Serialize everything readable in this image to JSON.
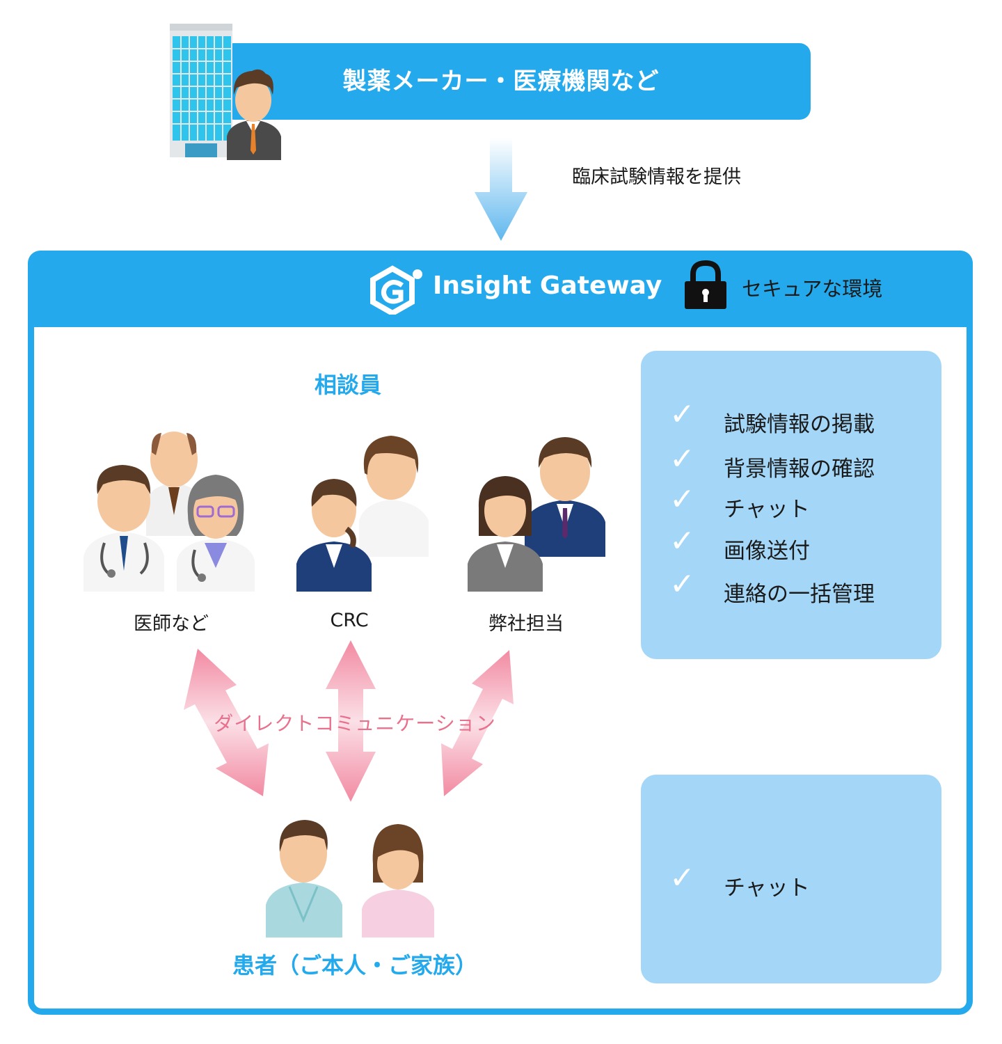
{
  "top": {
    "banner_text": "製薬メーカー・医療機関など",
    "provide_text": "臨床試験情報を提供"
  },
  "gateway": {
    "brand": "Insight Gateway",
    "secure_text": "セキュアな環境"
  },
  "consultants": {
    "title": "相談員",
    "roles": [
      "医師など",
      "CRC",
      "弊社担当"
    ]
  },
  "communication": "ダイレクトコミュニケーション",
  "patients": {
    "title": "患者（ご本人・ご家族）"
  },
  "features_consultant": [
    "試験情報の掲載",
    "背景情報の確認",
    "チャット",
    "画像送付",
    "連絡の一括管理"
  ],
  "features_patient": [
    "チャット"
  ],
  "colors": {
    "accent": "#24aaec",
    "panel": "#a3d6f7",
    "arrow_pink": "#f0879f"
  }
}
